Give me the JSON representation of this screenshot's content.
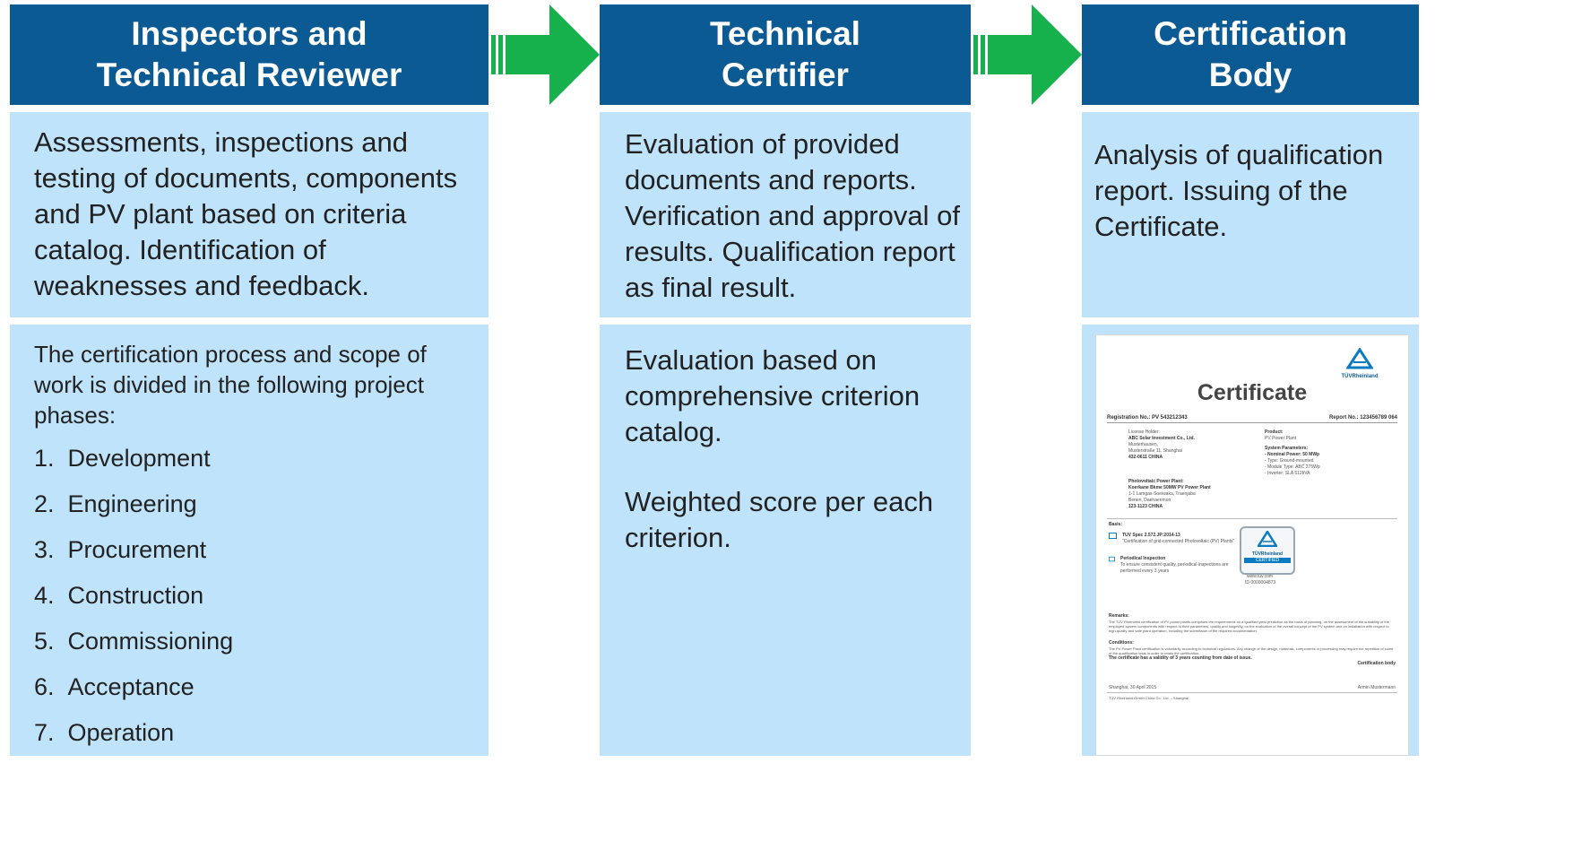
{
  "columns": [
    {
      "title_lines": [
        "Inspectors and",
        "Technical Reviewer"
      ],
      "description": "Assessments, inspections and testing  of documents, components and PV plant based on criteria catalog. Identification of weaknesses and feedback.",
      "intro": "The certification process and scope of work is divided in the following project phases:",
      "phases": [
        {
          "num": "1.",
          "label": "Development"
        },
        {
          "num": "2.",
          "label": "Engineering"
        },
        {
          "num": "3.",
          "label": "Procurement"
        },
        {
          "num": "4.",
          "label": "Construction"
        },
        {
          "num": "5.",
          "label": "Commissioning"
        },
        {
          "num": "6.",
          "label": "Acceptance"
        },
        {
          "num": "7.",
          "label": "Operation"
        }
      ]
    },
    {
      "title_lines": [
        "Technical",
        "Certifier"
      ],
      "description": "Evaluation of provided documents and reports. Verification and approval of results. Qualification report as final result.",
      "detail_1": "Evaluation based on comprehensive criterion catalog.",
      "detail_2": "Weighted score per each criterion."
    },
    {
      "title_lines": [
        "Certification",
        "Body"
      ],
      "description": "Analysis of qualification report. Issuing of the Certificate."
    }
  ],
  "certificate": {
    "brand": "TÜVRheinland",
    "title": "Certificate",
    "registration": "Registration No.: PV 543212343",
    "report": "Report No.: 123456789 064",
    "license_holder_label": "License Holder:",
    "license_holder_lines": [
      "ABC Solar Investment Co., Ltd.",
      "Musterhausen,",
      "Musterstraße 11, Shanghai",
      "432-0611   CHINA"
    ],
    "product_label": "Product:",
    "product": "PV Power Plant",
    "system_params_label": "System Parameters:",
    "system_params_lines": [
      "- Nominal Power: 50 MWp",
      "- Type:            Ground-mounted",
      "- Module Type:    ABC 275Wp",
      "- Inverter:         SLA 512kVA"
    ],
    "plant_label": "Photovoltaic Power Plant:",
    "plant_lines": [
      "Koerkane Bkme 50MW PV Power Plant",
      "1-1 Lamgas-Soeiwaka, Traenjaba",
      "Benen, Daehaenmon",
      "123-1123   CHINA"
    ],
    "basis_label": "Basis:",
    "basis_1_title": "TUV Spec 2.572.JP:2014-13",
    "basis_1_sub": "\"Certification of grid-connected Photovoltaic (PV) Plants\"",
    "basis_2_title": "Periodical Inspection",
    "basis_2_sub": "To ensure consistent quality, periodical inspections are performed every 3 years",
    "seal_brand": "TÜVRheinland",
    "seal_status": "CERTIFIED",
    "seal_url": "www.tuv.com",
    "seal_id": "ID 0000004873",
    "remarks_label": "Remarks:",
    "remarks_text": "The TÜV Rheinland certification of PV power plants comprises the requirements on a qualified yield prediction as the basis of planning, on the assessment of the suitability of the employed system components with respect to their parameters, quality and longevity, on the evaluation of the overall concept of the PV system and on installation with respect to high-quality and safe plant operation, including the submission of the required documentation.",
    "conditions_label": "Conditions:",
    "conditions_text": "The PV Power Plant certification is voluntarily according to technical regulations. Any change of the design, materials, components or processing may require the repetition of some of the qualification tests in order to retain the certification.",
    "validity": "The certificate has a validity of 3 years counting from date of issue.",
    "certification_body": "Certification body",
    "place_date": "Shanghai, 30 April 2015",
    "signatory": "Armin Mustermann",
    "issuer": "TÜV Rheinland GmbH China Co., Ltd.  – Shanghai"
  },
  "colors": {
    "header_bg": "#0b5a93",
    "panel_bg": "#bfe3fa",
    "arrow_green": "#16b04c"
  },
  "icons": [
    "right-arrow-icon",
    "right-arrow-icon",
    "tuv-logo-icon",
    "certified-seal-icon",
    "checkbox-icon"
  ]
}
